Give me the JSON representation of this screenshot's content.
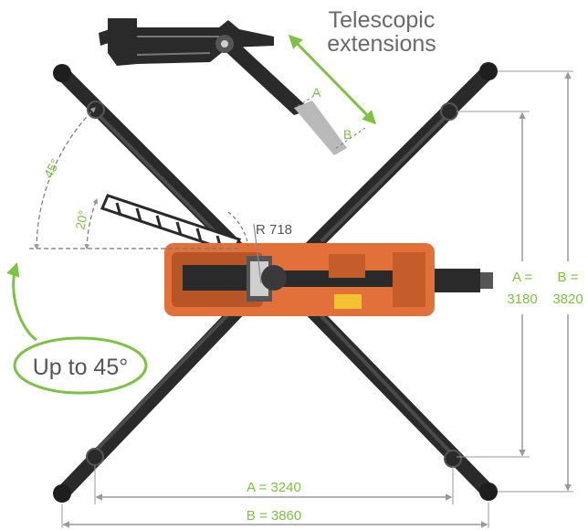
{
  "annotations": {
    "telescopic_line1": "Telescopic",
    "telescopic_line2": "extensions",
    "arm_a": "A",
    "arm_b": "B",
    "angle_45": "45°",
    "angle_20": "20°",
    "radius": "R 718",
    "rotation_note": "Up to 45°"
  },
  "dimensions": {
    "width_a": "A = 3240",
    "width_b": "B = 3860",
    "height_a_line1": "A =",
    "height_a_line2": "3180",
    "height_b_line1": "B =",
    "height_b_line2": "3820"
  },
  "colors": {
    "accent_green": "#7dc242",
    "body_orange": "#e2703a",
    "dim_grey": "#9a9a9a",
    "dark": "#2a2a2a",
    "text_grey": "#6a6a6a"
  }
}
